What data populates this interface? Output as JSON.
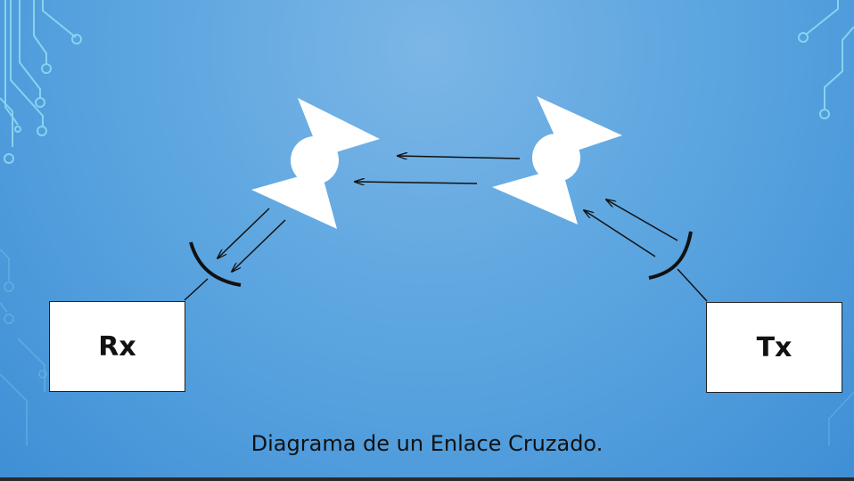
{
  "diagram": {
    "receiver_label": "Rx",
    "transmitter_label": "Tx",
    "caption": "Diagrama de un Enlace Cruzado."
  },
  "colors": {
    "background": "#5da6e0",
    "repeater_fill": "#ffffff",
    "circuit_lines": "#8fd8f2",
    "arrow": "#111111"
  }
}
